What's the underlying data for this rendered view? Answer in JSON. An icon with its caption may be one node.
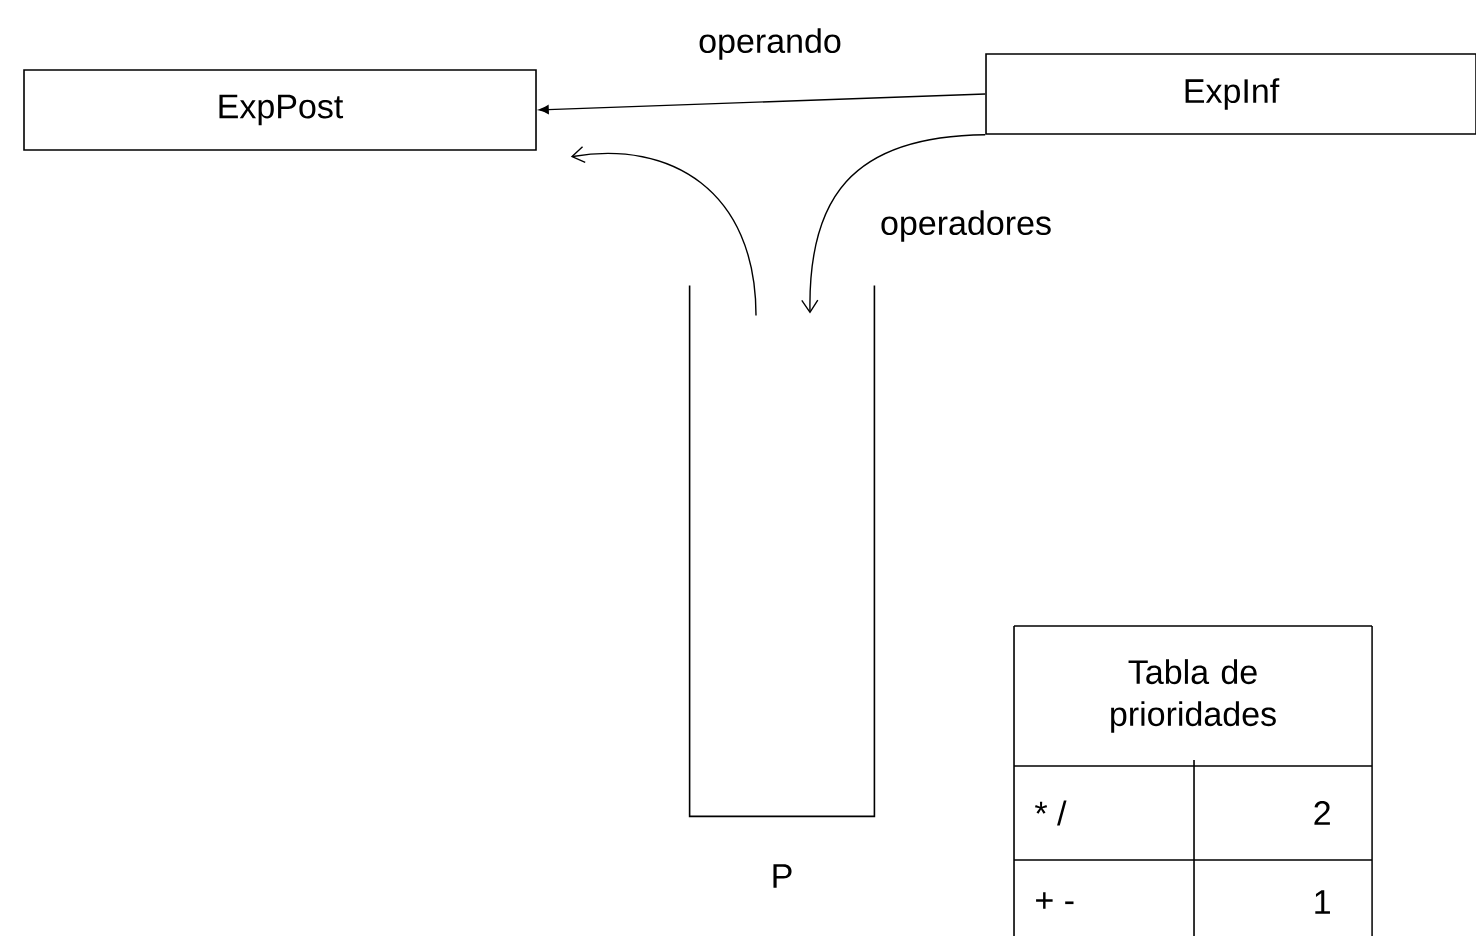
{
  "diagram": {
    "nodes": [
      {
        "text": [
          "ExpPost"
        ]
      },
      {
        "text": [
          "ExpInf"
        ]
      },
      {
        "text": [],
        "shape": "box",
        "beside": [
          "P"
        ]
      }
    ],
    "edges": [
      {
        "from": 1,
        "to": 0,
        "arrow": "to",
        "label": "operando"
      },
      {
        "from": 1,
        "to": 2,
        "arrow": "to",
        "label": "operadores"
      },
      {
        "from": 2,
        "to": 0,
        "arrow": "to"
      }
    ],
    "labels": [
      "Tabla de prioridades",
      "* /",
      "2",
      "+ -",
      "1"
    ]
  }
}
